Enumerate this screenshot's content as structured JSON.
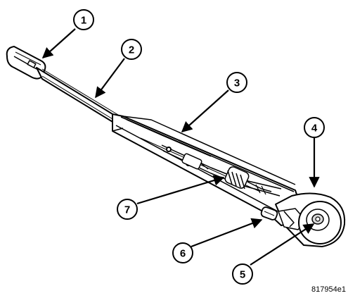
{
  "diagram": {
    "figure_id": "817954e1",
    "callouts": [
      {
        "label": "1"
      },
      {
        "label": "2"
      },
      {
        "label": "3"
      },
      {
        "label": "4"
      },
      {
        "label": "5"
      },
      {
        "label": "6"
      },
      {
        "label": "7"
      }
    ]
  },
  "colors": {
    "line": "#000000",
    "background": "#ffffff",
    "shade": "#d9d9d9"
  }
}
